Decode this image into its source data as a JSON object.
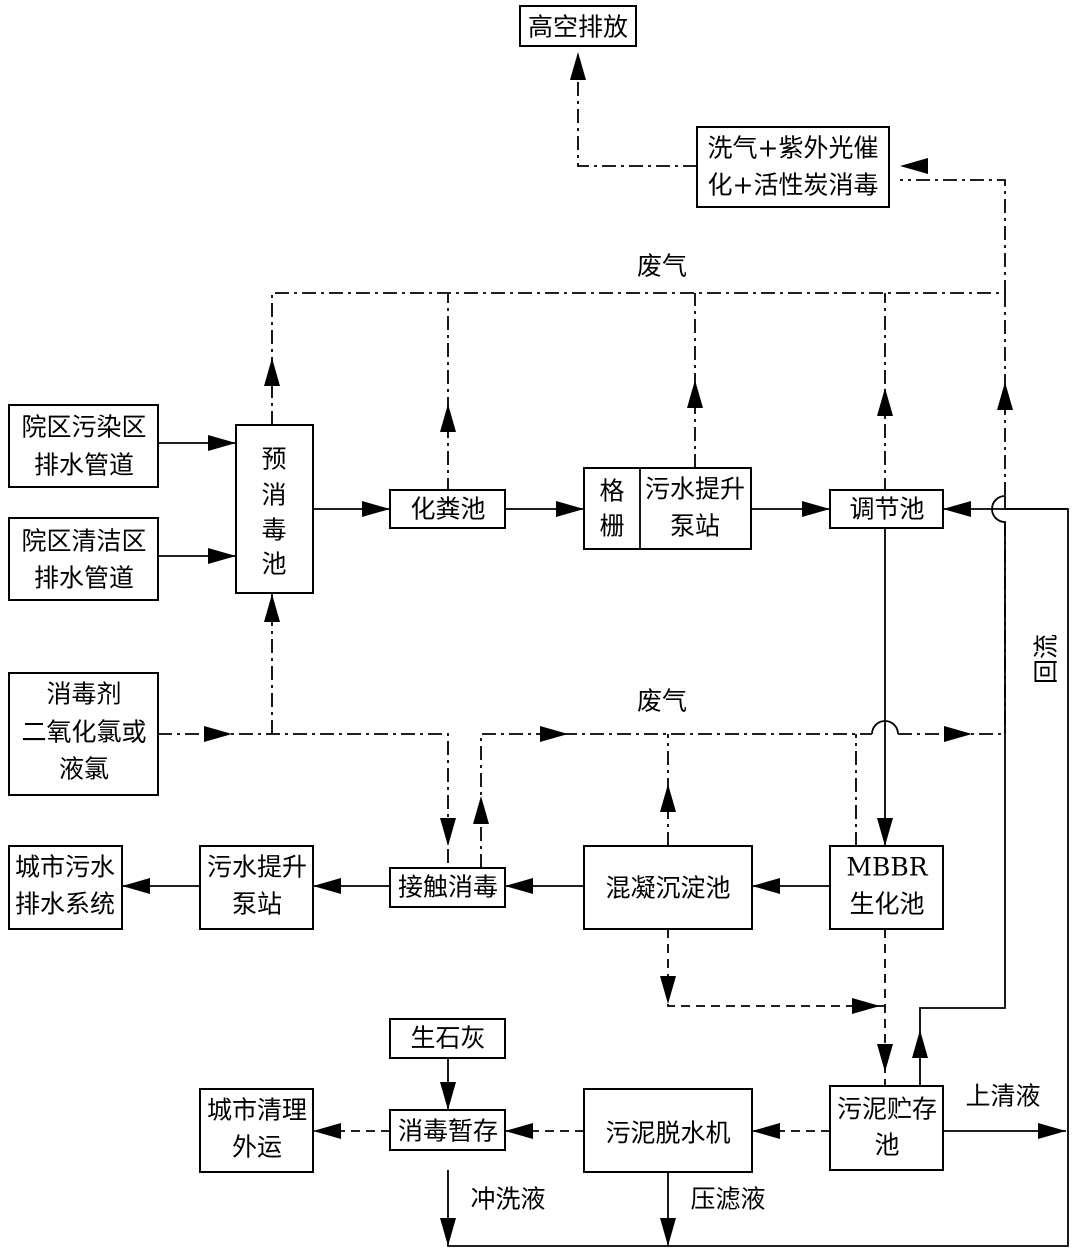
{
  "nodes": {
    "high_altitude_emission": "高空排放",
    "gas_treatment": [
      "洗气+紫外光催",
      "化+活性炭消毒"
    ],
    "polluted_zone_drain": [
      "院区污染区",
      "排水管道"
    ],
    "clean_zone_drain": [
      "院区清洁区",
      "排水管道"
    ],
    "disinfectant": [
      "消毒剂",
      "二氧化氯或",
      "液氯"
    ],
    "pre_disinfection_tank": [
      "预",
      "消",
      "毒",
      "池"
    ],
    "septic_tank": "化粪池",
    "grille": [
      "格",
      "栅"
    ],
    "lift_pump_1": [
      "污水提升",
      "泵站"
    ],
    "regulating_tank": "调节池",
    "mbbr_tank": [
      "MBBR",
      "生化池"
    ],
    "coagulation_tank": "混凝沉淀池",
    "contact_disinfection": "接触消毒",
    "lift_pump_2": [
      "污水提升",
      "泵站"
    ],
    "city_sewer": [
      "城市污水",
      "排水系统"
    ],
    "quicklime": "生石灰",
    "disinfect_storage": "消毒暂存",
    "sludge_dewatering": "污泥脱水机",
    "sludge_storage": [
      "污泥贮存",
      "池"
    ],
    "city_cleaning": [
      "城市清理",
      "外运"
    ]
  },
  "labels": {
    "waste_gas_top": "废气",
    "waste_gas_mid": "废气",
    "reflux": "回流",
    "supernatant": "上清液",
    "flush_liquid": "冲洗液",
    "filtrate": "压滤液"
  }
}
